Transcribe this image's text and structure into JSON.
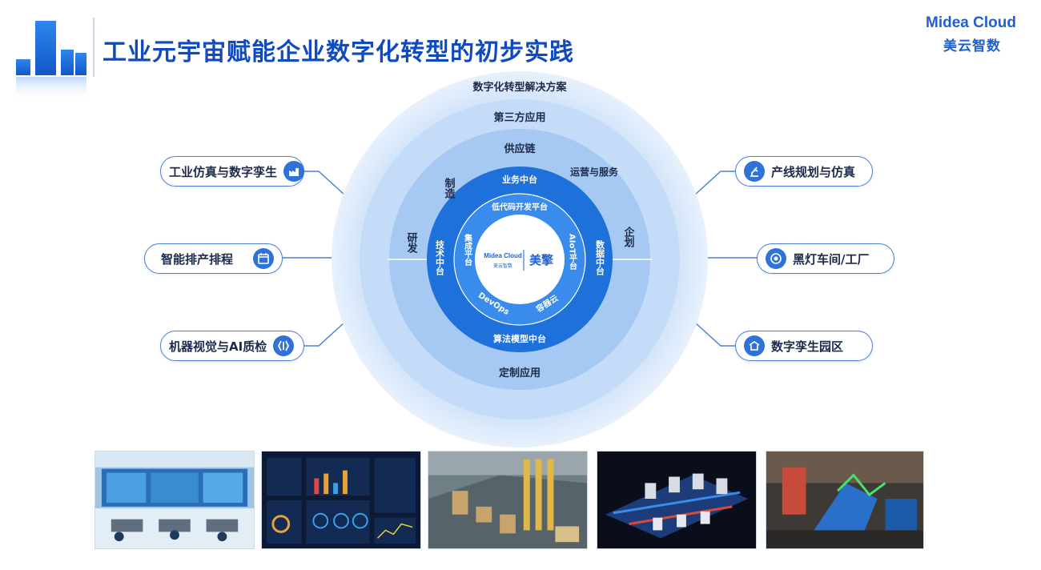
{
  "header": {
    "title": "工业元宇宙赋能企业数字化转型的初步实践",
    "brand_en": "Midea Cloud",
    "brand_cn": "美云智数"
  },
  "rings": {
    "outer_top": "数字化转型解决方案",
    "layer2_top": "第三方应用",
    "layer2_bottom": "定制应用",
    "layer3_top": "供应链",
    "layer3_left": "研发",
    "layer3_top_left": "制造",
    "layer3_top_right": "运营与服务",
    "layer3_right": "企划",
    "inner_top": "业务中台",
    "inner_left": "技术中台",
    "inner_right": "数据中台",
    "inner_bottom": "算法模型中台",
    "core_top": "低代码开发平台",
    "core_left": "集成平台",
    "core_right": "AIoT平台",
    "core_bottom_left": "DevOps",
    "core_bottom_right": "容器云",
    "center_en": "Midea Cloud",
    "center_cn_small": "美云智数",
    "center_cn": "美擎"
  },
  "pills_left": [
    {
      "label": "工业仿真与数字孪生",
      "icon": "factory-icon"
    },
    {
      "label": "智能排产排程",
      "icon": "calendar-icon"
    },
    {
      "label": "机器视觉与AI质检",
      "icon": "eye-icon"
    }
  ],
  "pills_right": [
    {
      "label": "产线规划与仿真",
      "icon": "robot-arm-icon"
    },
    {
      "label": "黑灯车间/工厂",
      "icon": "target-icon"
    },
    {
      "label": "数字孪生园区",
      "icon": "building-icon"
    }
  ],
  "thumbnails": [
    {
      "icon": "control-room-photo-icon"
    },
    {
      "icon": "dashboard-screenshot-icon"
    },
    {
      "icon": "warehouse-3d-icon"
    },
    {
      "icon": "production-line-3d-icon"
    },
    {
      "icon": "machine-vision-photo-icon"
    }
  ],
  "colors": {
    "title": "#0f4bbf",
    "ring_outer": "#dbe9fb",
    "ring_2": "#c2daf7",
    "ring_3": "#9ec4f1",
    "ring_inner": "#1f74dd",
    "ring_core": "#2f86ea",
    "pill_border": "#4a7fd6"
  }
}
